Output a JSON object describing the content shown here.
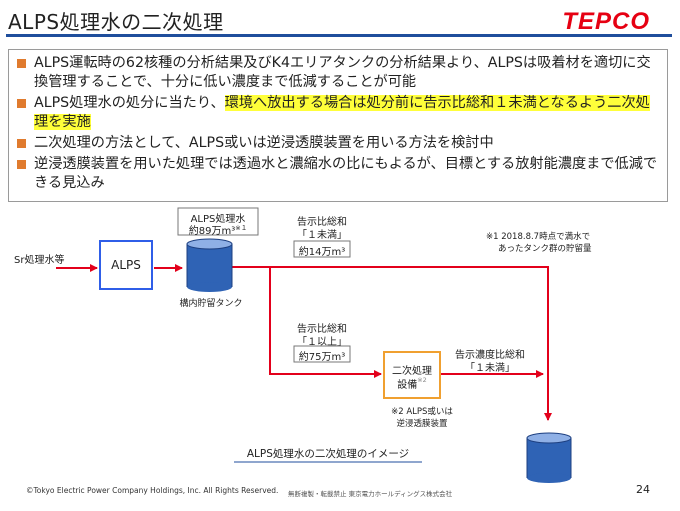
{
  "header": {
    "title": "ALPS処理水の二次処理",
    "logo_text": "TEPCO"
  },
  "bullets": [
    {
      "parts": [
        {
          "text": "ALPS運転時の62核種の分析結果及びK4エリアタンクの分析結果より、ALPSは吸着材を適切に交換管理することで、十分に低い濃度まで低減することが可能",
          "hl": false
        }
      ]
    },
    {
      "parts": [
        {
          "text": "ALPS処理水の処分に当たり、",
          "hl": false
        },
        {
          "text": "環境へ放出する場合は処分前に告示比総和１未満となるよう二次処理を実施",
          "hl": true
        }
      ]
    },
    {
      "parts": [
        {
          "text": "二次処理の方法として、ALPS或いは逆浸透膜装置を用いる方法を検討中",
          "hl": false
        }
      ]
    },
    {
      "parts": [
        {
          "text": "逆浸透膜装置を用いた処理では透過水と濃縮水の比にもよるが、目標とする放射能濃度まで低減できる見込み",
          "hl": false
        }
      ]
    }
  ],
  "diagram": {
    "sr_label": "Sr処理水等",
    "alps_box": "ALPS",
    "tank_label_line1": "ALPS処理水",
    "tank_label_line2": "約89万m³",
    "tank_label_note": "※１",
    "tank_caption": "構内貯留タンク",
    "upper_ratio_line1": "告示比総和",
    "upper_ratio_line2": "「１未満」",
    "upper_volume": "約14万m³",
    "lower_ratio_line1": "告示比総和",
    "lower_ratio_line2": "「１以上」",
    "lower_volume": "約75万m³",
    "secondary_line1": "二次処理",
    "secondary_line2": "設備",
    "secondary_note": "※2",
    "out_ratio_line1": "告示濃度比総和",
    "out_ratio_line2": "「１未満」",
    "note1_line1": "※1  2018.8.7時点で満水で",
    "note1_line2": "あったタンク群の貯留量",
    "note2_line1": "※2  ALPS或いは",
    "note2_line2": "逆浸透膜装置",
    "caption": "ALPS処理水の二次処理のイメージ"
  },
  "footer": {
    "copyright": "©Tokyo Electric Power Company Holdings, Inc.  All Rights Reserved.",
    "notice": "無断複製・転載禁止  東京電力ホールディングス株式会社",
    "page": "24"
  },
  "colors": {
    "accent": "#1f4e9c",
    "arrow": "#e3001b",
    "bullet": "#e07b2e",
    "highlight": "#ffff3a",
    "secondary_border": "#f0a030",
    "alps_border": "#2f5ee8",
    "water": "#2f63b5"
  }
}
